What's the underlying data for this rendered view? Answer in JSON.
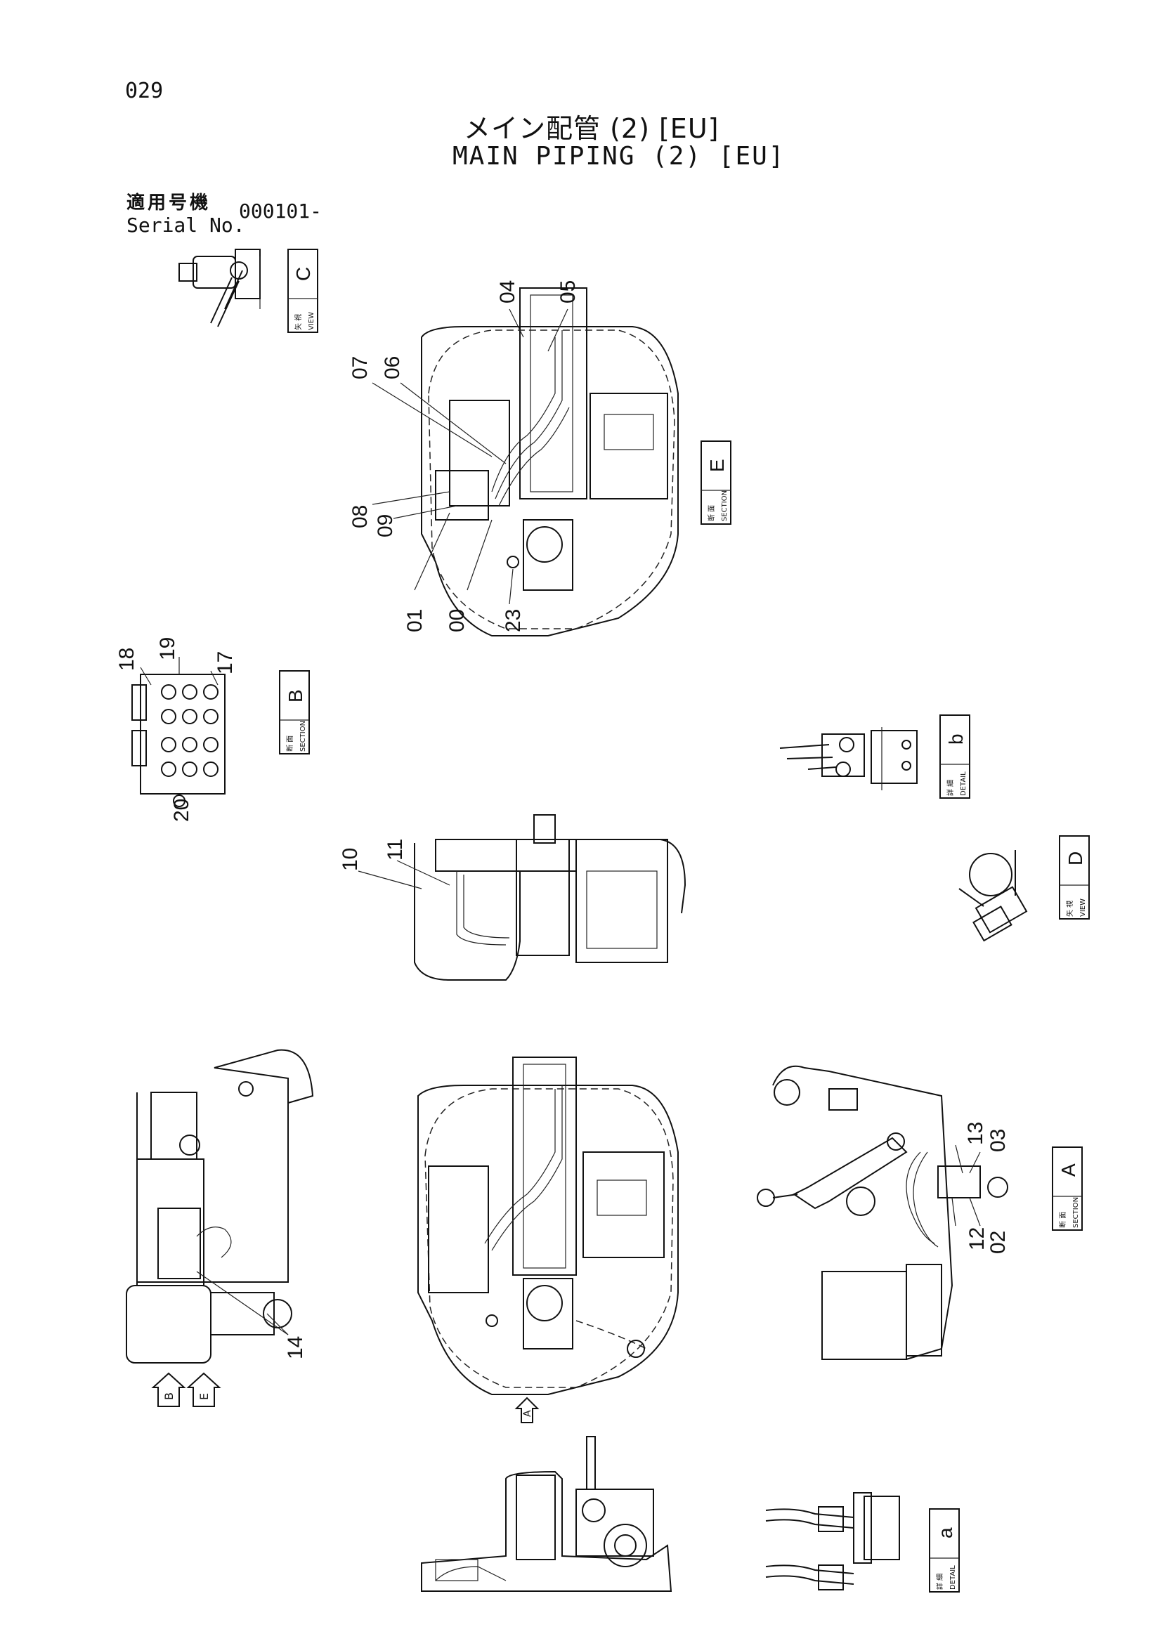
{
  "page_number": "029",
  "title": {
    "japanese": "メイン配管 (2) [EU]",
    "english": "MAIN PIPING (2) [EU]"
  },
  "serial": {
    "label_jp": "適用号機",
    "label_en": "Serial No.",
    "value": "000101-"
  },
  "part_numbers": {
    "p00": "00",
    "p01": "01",
    "p02": "02",
    "p03": "03",
    "p04": "04",
    "p05": "05",
    "p06": "06",
    "p07": "07",
    "p08": "08",
    "p09": "09",
    "p10": "10",
    "p11": "11",
    "p12": "12",
    "p13": "13",
    "p14": "14",
    "p17": "17",
    "p18": "18",
    "p19": "19",
    "p20": "20",
    "p23": "23"
  },
  "view_boxes": {
    "view_c": {
      "letter": "C",
      "jp": "矢 視",
      "en": "VIEW"
    },
    "section_e": {
      "letter": "E",
      "jp": "断 面",
      "en": "SECTION"
    },
    "section_b": {
      "letter": "B",
      "jp": "断 面",
      "en": "SECTION"
    },
    "detail_b": {
      "letter": "b",
      "jp": "詳 細",
      "en": "DETAIL"
    },
    "view_d": {
      "letter": "D",
      "jp": "矢 視",
      "en": "VIEW"
    },
    "section_a": {
      "letter": "A",
      "jp": "断 面",
      "en": "SECTION"
    },
    "detail_a": {
      "letter": "a",
      "jp": "詳 細",
      "en": "DETAIL"
    }
  },
  "arrow_markers": {
    "b": "B",
    "e": "E",
    "a": "A"
  }
}
